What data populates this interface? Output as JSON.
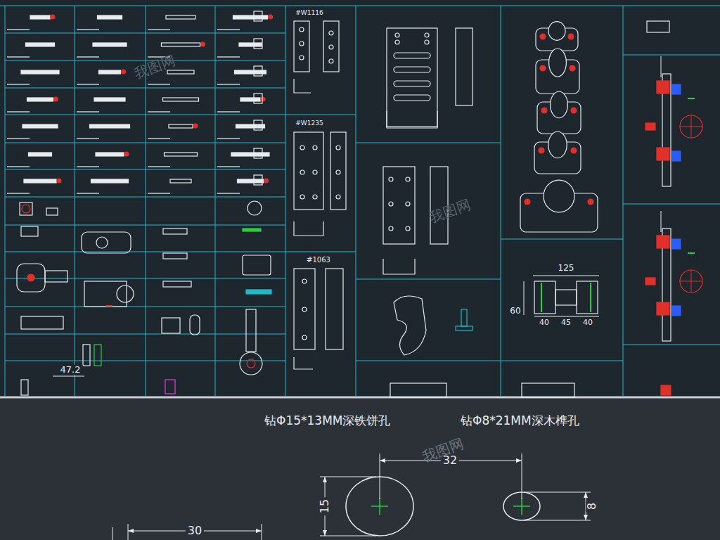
{
  "diagram": {
    "labels": [
      "钻Φ15*13MM深铁饼孔",
      "钻Φ8*21MM深木榫孔",
      "32",
      "15",
      "8",
      "30",
      "125",
      "60",
      "40",
      "45",
      "40",
      "47.2",
      "#W1116",
      "#W1235",
      "#1063",
      "我图网",
      "我图网",
      "我图网"
    ]
  }
}
